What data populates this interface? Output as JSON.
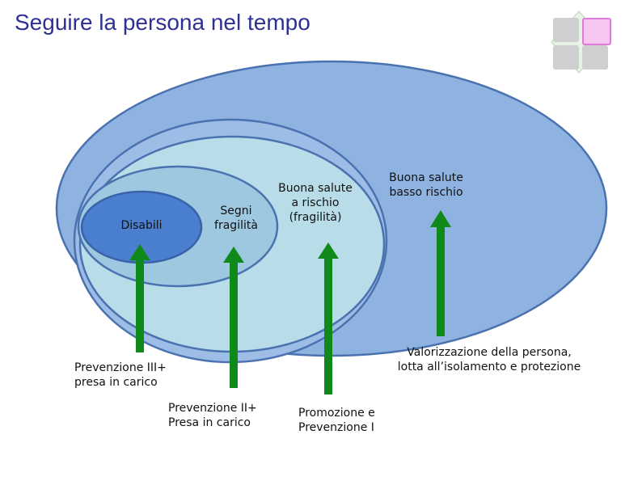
{
  "title": "Seguire la persona nel tempo",
  "ellipses": {
    "disabili": "Disabili",
    "segni_fragilita": "Segni\nfragilità",
    "buona_salute_rischio": "Buona salute\na rischio\n(fragilità)",
    "buona_salute_basso": "Buona salute\nbasso rischio"
  },
  "interventions": {
    "prevenzione_iii": "Prevenzione III+\npresa in carico",
    "prevenzione_ii": "Prevenzione II+\nPresa in carico",
    "promozione": "Promozione e\nPrevenzione I",
    "valorizzazione": "Valorizzazione della persona,\nlotta all’isolamento e protezione"
  },
  "colors": {
    "title": "#2e3192",
    "outer_ellipse": "#8eb3e0",
    "mid_ellipse": "#9dbde6",
    "light_ellipse": "#b8dde8",
    "segni_ellipse": "#9dc8e0",
    "disabili_ellipse": "#4a7fd0",
    "arrow": "#0f8a1a"
  }
}
